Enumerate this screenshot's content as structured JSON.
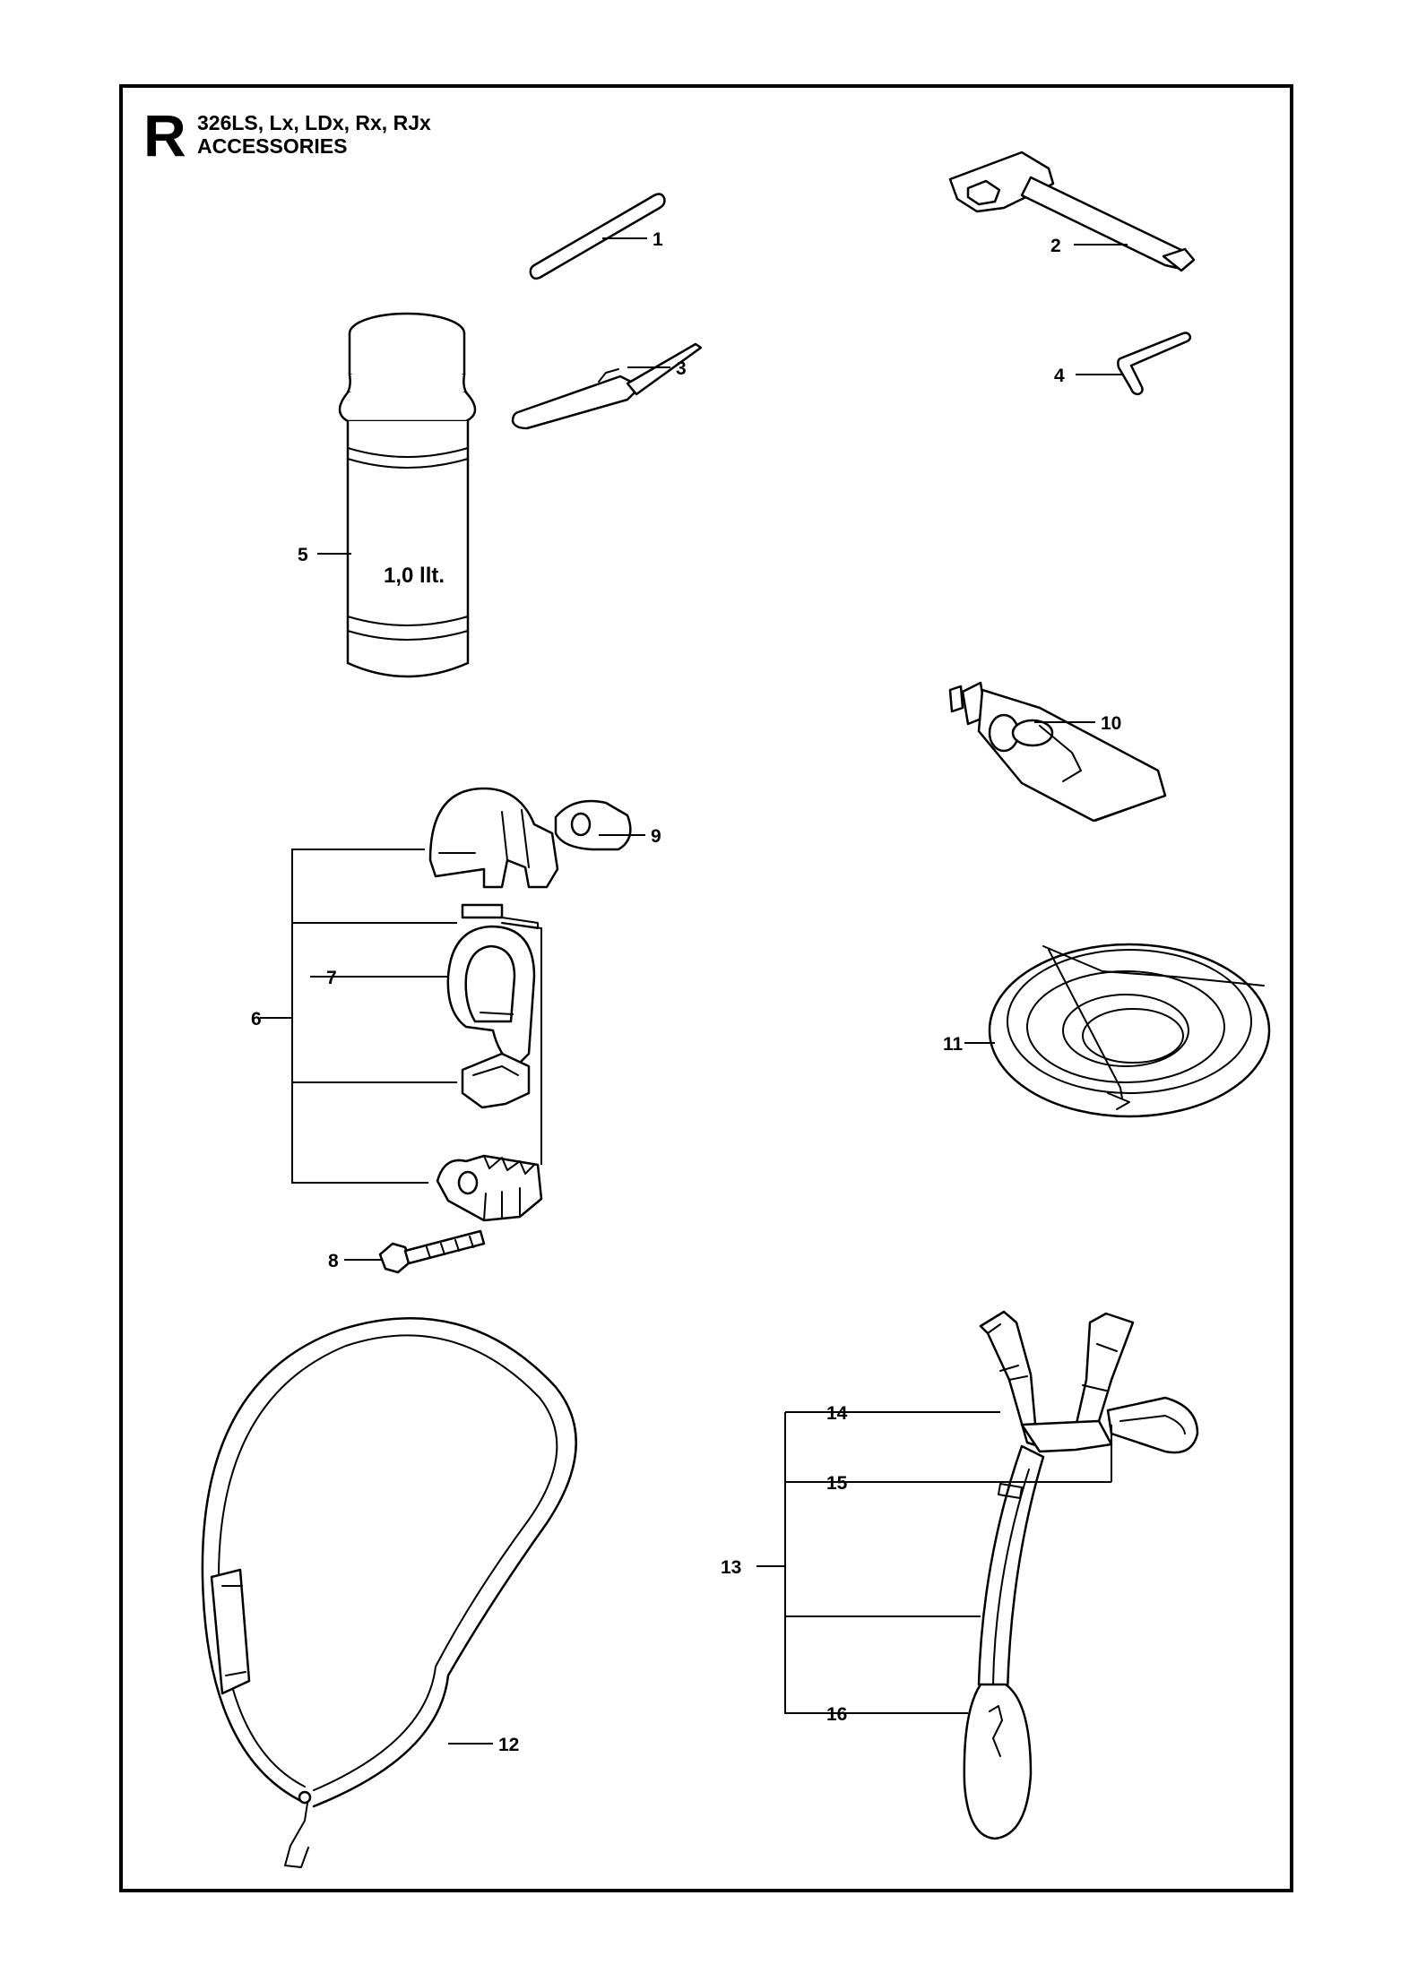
{
  "header": {
    "section_letter": "R",
    "models": "326LS, Lx, LDx, Rx, RJx",
    "section_title": "ACCESSORIES"
  },
  "bottle": {
    "label": "1,0 llt."
  },
  "callouts": [
    "1",
    "2",
    "3",
    "4",
    "5",
    "6",
    "7",
    "8",
    "9",
    "10",
    "11",
    "12",
    "13",
    "14",
    "15",
    "16"
  ]
}
